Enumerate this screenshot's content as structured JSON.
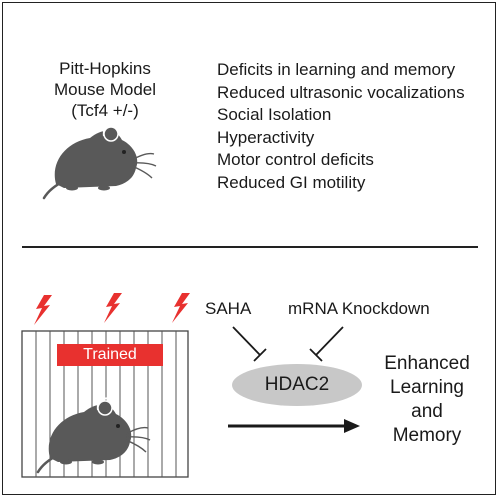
{
  "model": {
    "title_lines": [
      "Pitt-Hopkins",
      "Mouse Model",
      "(Tcf4 +/-)"
    ]
  },
  "phenotypes": [
    "Deficits in learning and memory",
    "Reduced ultrasonic vocalizations",
    "Social Isolation",
    "Hyperactivity",
    "Motor control deficits",
    "Reduced GI motility"
  ],
  "training": {
    "badge": "Trained"
  },
  "inhibitors": {
    "left": "SAHA",
    "right": "mRNA Knockdown"
  },
  "target": {
    "label": "HDAC2"
  },
  "outcome": {
    "lines": [
      "Enhanced",
      "Learning",
      "and",
      "Memory"
    ]
  },
  "colors": {
    "lightning": "#e8312f",
    "badge": "#e8312f",
    "mouse": "#595959",
    "ellipse": "#c8c8c8",
    "lines": "#1a1a1a"
  },
  "icons": [
    "mouse-icon",
    "lightning-bolt-icon",
    "inhibition-arrow-icon",
    "arrow-right-icon",
    "cage-bars"
  ]
}
